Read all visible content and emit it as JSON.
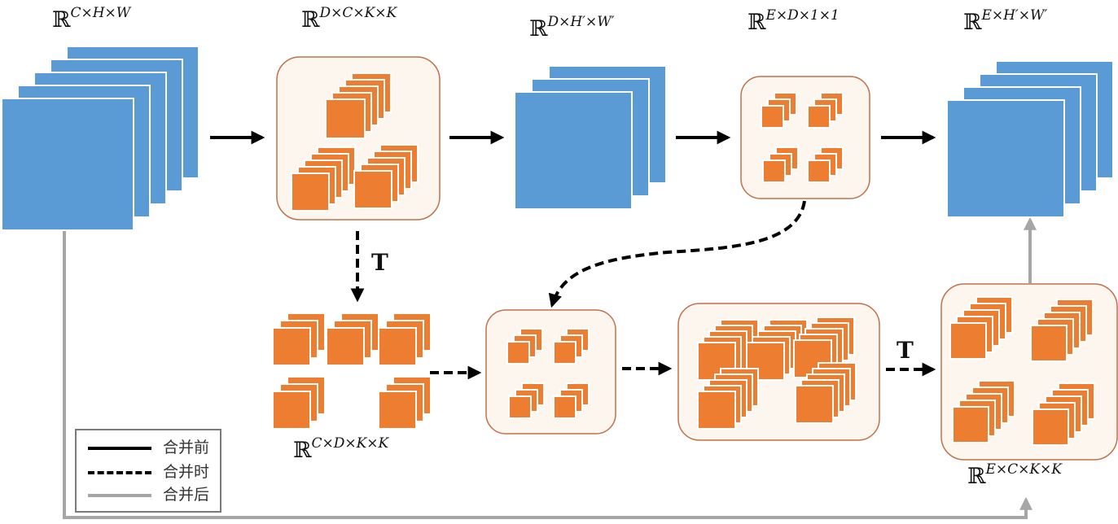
{
  "labels": {
    "input": {
      "base": "ℝ",
      "sup": "C×H×W"
    },
    "weight": {
      "base": "ℝ",
      "sup": "D×C×K×K"
    },
    "mid": {
      "base": "ℝ",
      "sup": "D×H′×W′"
    },
    "pointwise": {
      "base": "ℝ",
      "sup": "E×D×1×1"
    },
    "output": {
      "base": "ℝ",
      "sup": "E×H′×W′"
    },
    "transposed": {
      "base": "ℝ",
      "sup": "C×D×K×K"
    },
    "merged": {
      "base": "ℝ",
      "sup": "E×C×K×K"
    }
  },
  "transpose_marks": [
    "T",
    "T"
  ],
  "legend": {
    "items": [
      {
        "text": "合并前",
        "style": "solid"
      },
      {
        "text": "合并时",
        "style": "dashed"
      },
      {
        "text": "合并后",
        "style": "gray"
      }
    ]
  },
  "colors": {
    "feature_map": "#5b9bd5",
    "kernel": "#ed7d31",
    "box_fill": "#fdf6ef",
    "box_stroke": "#c0714a",
    "arrow": "#000000",
    "after_arrow": "#a6a6a6"
  }
}
